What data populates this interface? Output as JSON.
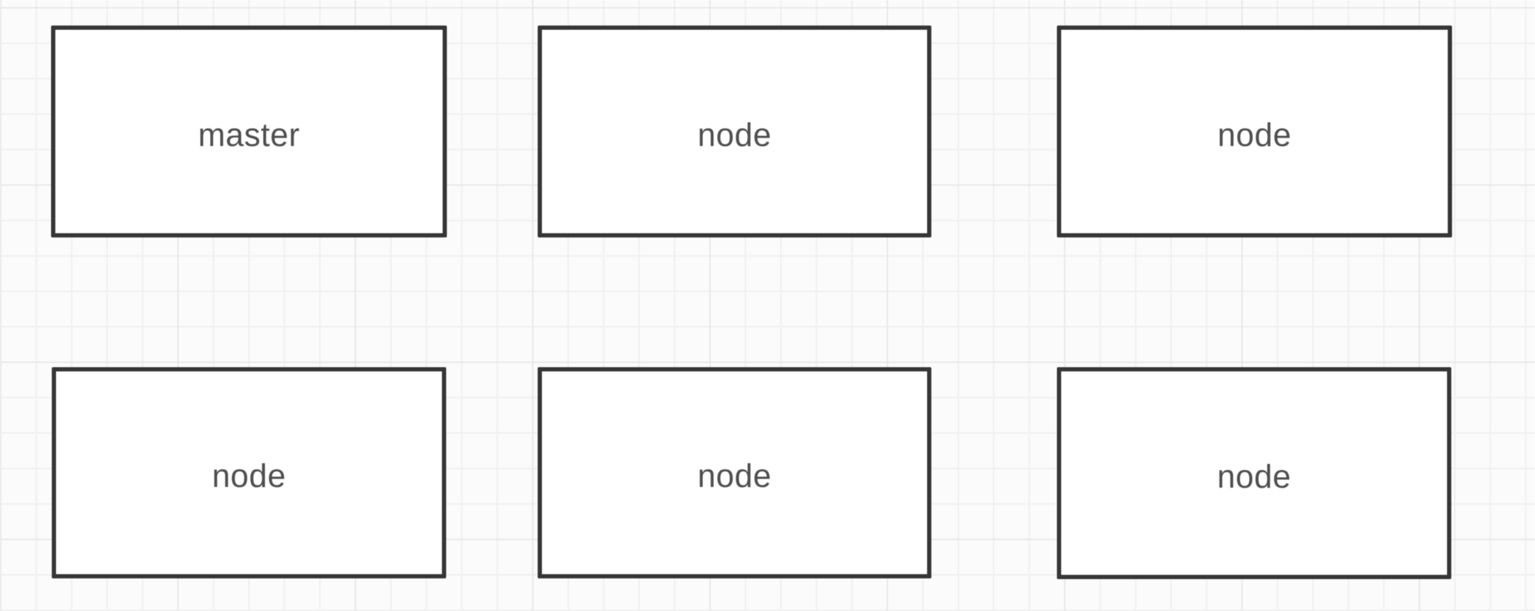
{
  "canvas": {
    "colors": {
      "background_color": "#fbfbfb",
      "grid_minor_color": "#f0f0f0",
      "grid_major_color": "#e8e8e8",
      "node_border_color": "#363636",
      "node_fill_color": "#ffffff",
      "node_text_color": "#4f4f4f"
    }
  },
  "nodes": [
    {
      "label": "master"
    },
    {
      "label": "node"
    },
    {
      "label": "node"
    },
    {
      "label": "node"
    },
    {
      "label": "node"
    },
    {
      "label": "node"
    }
  ]
}
